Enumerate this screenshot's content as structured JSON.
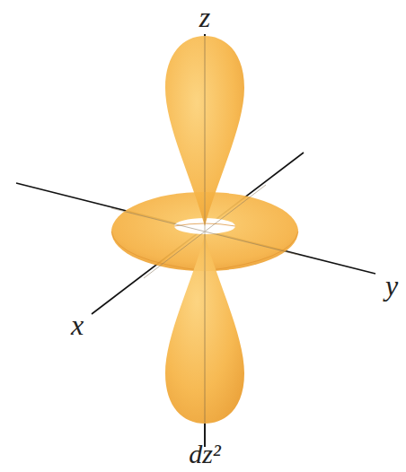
{
  "diagram": {
    "caption": "dz²",
    "labels": [
      "z",
      "x",
      "y"
    ]
  }
}
